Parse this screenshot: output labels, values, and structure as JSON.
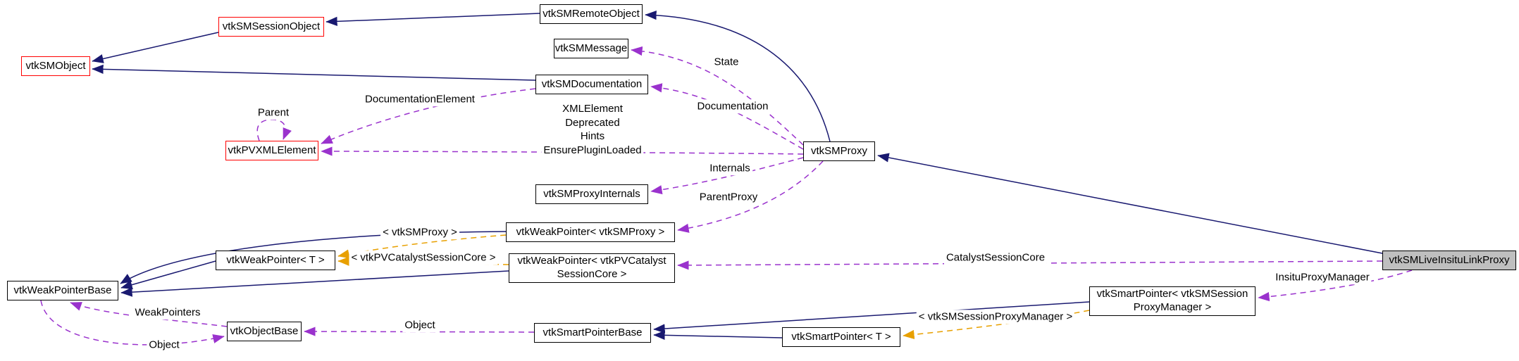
{
  "diagram": {
    "type": "collaboration-graph",
    "focus_node": "vtkSMLiveInsituLinkProxy"
  },
  "colors": {
    "inheritance_edge": "#191970",
    "usage_edge": "#9a32cd",
    "template_edge": "#e8a000",
    "node_border": "#000000",
    "truncated_node_border": "#ff0000",
    "focus_node_fill": "#bfbfbf",
    "background": "#ffffff"
  },
  "nodes": [
    {
      "label": "vtkSMObject",
      "style": "truncated"
    },
    {
      "label": "vtkSMSessionObject",
      "style": "truncated"
    },
    {
      "label": "vtkSMRemoteObject",
      "style": "normal"
    },
    {
      "label": "vtkSMMessage",
      "style": "normal"
    },
    {
      "label": "vtkSMDocumentation",
      "style": "normal"
    },
    {
      "label": "vtkPVXMLElement",
      "style": "truncated"
    },
    {
      "label": "vtkSMProxy",
      "style": "normal"
    },
    {
      "label": "vtkSMProxyInternals",
      "style": "normal"
    },
    {
      "label": "vtkWeakPointer< vtkSMProxy >",
      "style": "normal"
    },
    {
      "label": "vtkWeakPointer< T >",
      "style": "normal"
    },
    {
      "label": "vtkWeakPointer< vtkPVCatalyst\nSessionCore >",
      "style": "normal"
    },
    {
      "label": "vtkWeakPointerBase",
      "style": "normal"
    },
    {
      "label": "vtkSmartPointer< vtkSMSession\nProxyManager >",
      "style": "normal"
    },
    {
      "label": "vtkObjectBase",
      "style": "normal"
    },
    {
      "label": "vtkSmartPointerBase",
      "style": "normal"
    },
    {
      "label": "vtkSmartPointer< T >",
      "style": "normal"
    },
    {
      "label": "vtkSMLiveInsituLinkProxy",
      "style": "focus"
    }
  ],
  "edges": [
    {
      "type": "inheritance",
      "from": "vtkSMRemoteObject",
      "to": "vtkSMSessionObject",
      "label": ""
    },
    {
      "type": "inheritance",
      "from": "vtkSMSessionObject",
      "to": "vtkSMObject",
      "label": ""
    },
    {
      "type": "inheritance",
      "from": "vtkSMDocumentation",
      "to": "vtkSMObject",
      "label": ""
    },
    {
      "type": "inheritance",
      "from": "vtkSMProxy",
      "to": "vtkSMRemoteObject",
      "label": ""
    },
    {
      "type": "inheritance",
      "from": "vtkSMLiveInsituLinkProxy",
      "to": "vtkSMProxy",
      "label": ""
    },
    {
      "type": "inheritance",
      "from": "vtkWeakPointer< vtkSMProxy >",
      "to": "vtkWeakPointerBase",
      "label": ""
    },
    {
      "type": "inheritance",
      "from": "vtkWeakPointer< T >",
      "to": "vtkWeakPointerBase",
      "label": ""
    },
    {
      "type": "inheritance",
      "from": "vtkWeakPointer< vtkPVCatalystSessionCore >",
      "to": "vtkWeakPointerBase",
      "label": ""
    },
    {
      "type": "inheritance",
      "from": "vtkSmartPointer< vtkSMSessionProxyManager >",
      "to": "vtkSmartPointerBase",
      "label": ""
    },
    {
      "type": "inheritance",
      "from": "vtkSmartPointer< T >",
      "to": "vtkSmartPointerBase",
      "label": ""
    },
    {
      "type": "usage",
      "from": "vtkSMProxy",
      "to": "vtkSMMessage",
      "label": "State"
    },
    {
      "type": "usage",
      "from": "vtkSMProxy",
      "to": "vtkSMDocumentation",
      "label": "Documentation"
    },
    {
      "type": "usage",
      "from": "vtkSMDocumentation",
      "to": "vtkPVXMLElement",
      "label": "DocumentationElement"
    },
    {
      "type": "usage",
      "from": "vtkSMProxy",
      "to": "vtkPVXMLElement",
      "label": "XMLElement\nDeprecated\nHints\nEnsurePluginLoaded"
    },
    {
      "type": "usage",
      "from": "vtkPVXMLElement",
      "to": "vtkPVXMLElement",
      "label": "Parent"
    },
    {
      "type": "usage",
      "from": "vtkSMProxy",
      "to": "vtkSMProxyInternals",
      "label": "Internals"
    },
    {
      "type": "usage",
      "from": "vtkSMProxy",
      "to": "vtkWeakPointer< vtkSMProxy >",
      "label": "ParentProxy"
    },
    {
      "type": "usage",
      "from": "vtkSMLiveInsituLinkProxy",
      "to": "vtkWeakPointer< vtkPVCatalystSessionCore >",
      "label": "CatalystSessionCore"
    },
    {
      "type": "usage",
      "from": "vtkSMLiveInsituLinkProxy",
      "to": "vtkSmartPointer< vtkSMSessionProxyManager >",
      "label": "InsituProxyManager"
    },
    {
      "type": "usage",
      "from": "vtkObjectBase",
      "to": "vtkWeakPointerBase",
      "label": "WeakPointers"
    },
    {
      "type": "usage",
      "from": "vtkWeakPointerBase",
      "to": "vtkObjectBase",
      "label": "Object"
    },
    {
      "type": "usage",
      "from": "vtkSmartPointerBase",
      "to": "vtkObjectBase",
      "label": "Object"
    },
    {
      "type": "template",
      "from": "vtkWeakPointer< vtkSMProxy >",
      "to": "vtkWeakPointer< T >",
      "label": "< vtkSMProxy >"
    },
    {
      "type": "template",
      "from": "vtkWeakPointer< vtkPVCatalystSessionCore >",
      "to": "vtkWeakPointer< T >",
      "label": "< vtkPVCatalystSessionCore >"
    },
    {
      "type": "template",
      "from": "vtkSmartPointer< vtkSMSessionProxyManager >",
      "to": "vtkSmartPointer< T >",
      "label": "< vtkSMSessionProxyManager >"
    }
  ]
}
